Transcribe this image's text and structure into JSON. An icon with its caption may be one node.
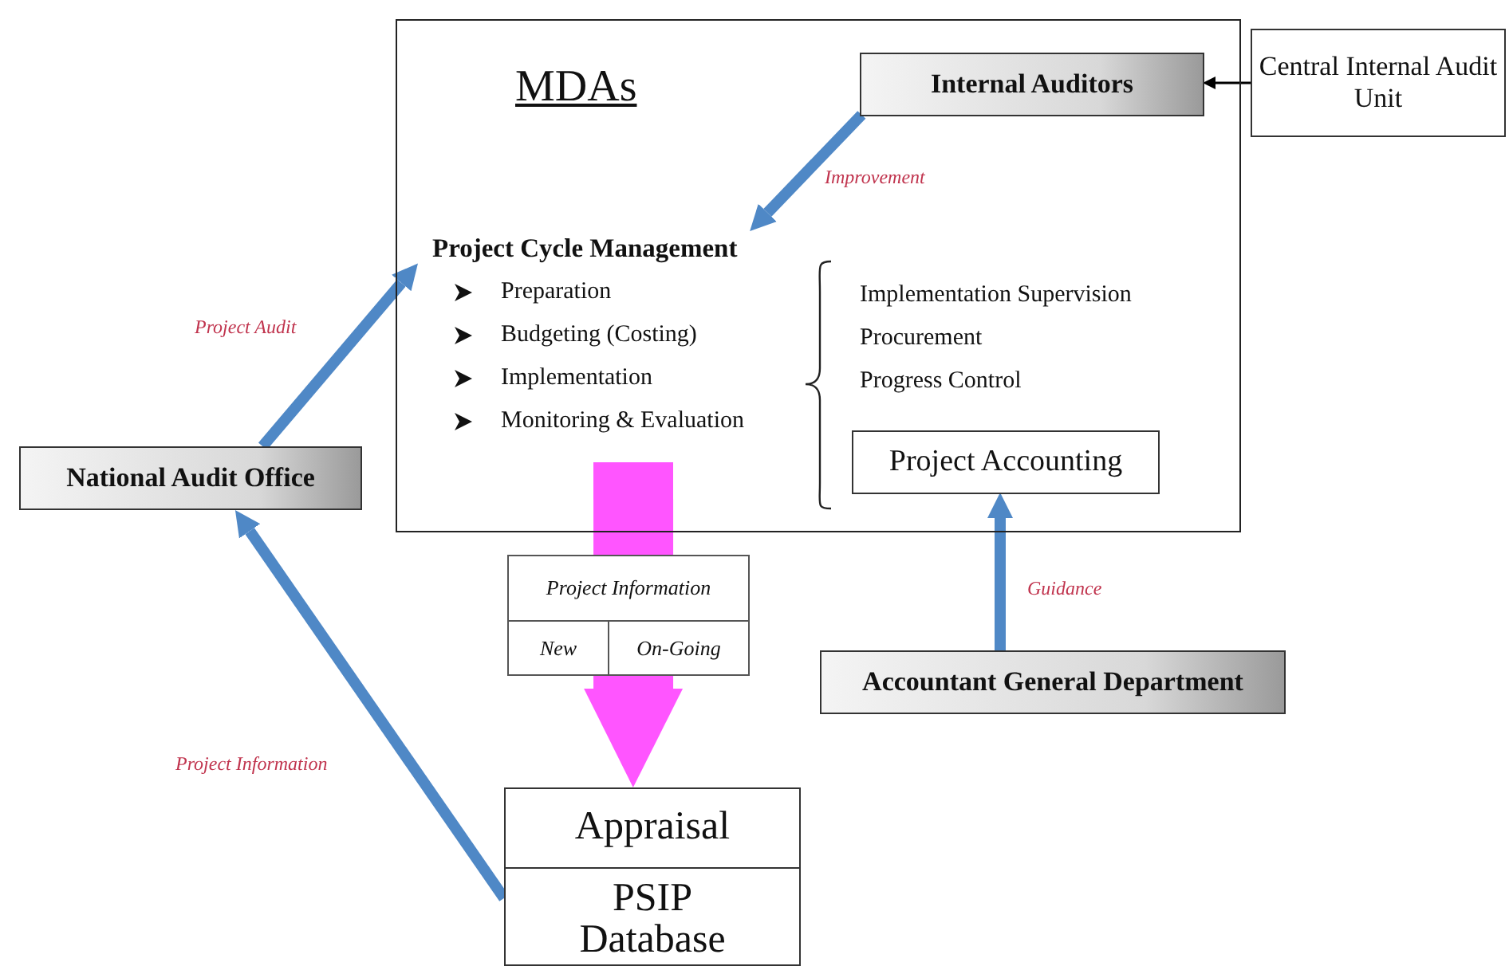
{
  "diagram": {
    "nodes": [
      {
        "text": [
          "MDAs"
        ]
      },
      {
        "text": [
          "Internal Auditors"
        ],
        "in": 0
      },
      {
        "text": [
          "Central Internal Audit Unit"
        ]
      },
      {
        "text": [
          "Project Cycle Management",
          "Preparation",
          "Budgeting (Costing)",
          "Implementation",
          "Monitoring & Evaluation"
        ],
        "in": 0
      },
      {
        "text": [
          "Project Accounting"
        ],
        "in": 0
      },
      {
        "text": [
          "National Audit Office"
        ]
      },
      {
        "text": [
          "Project Information",
          "New",
          "On-Going"
        ]
      },
      {
        "text": [
          "Accountant General Department"
        ]
      },
      {
        "text": [
          "Appraisal",
          "PSIP Database"
        ]
      }
    ],
    "edges": [
      {
        "from": 2,
        "to": 1,
        "arrow": "to",
        "color": "#000000"
      },
      {
        "from": 1,
        "to": 3,
        "arrow": "to",
        "label": "Improvement"
      },
      {
        "from": 5,
        "to": 3,
        "arrow": "to",
        "label": "Project Audit"
      },
      {
        "from": 8,
        "to": 5,
        "arrow": "to",
        "label": "Project Information"
      },
      {
        "from": 7,
        "to": 4,
        "arrow": "to",
        "label": "Guidance"
      },
      {
        "from": 3,
        "to": 6,
        "arrow": "none",
        "style": "thick",
        "color": "#ff55ff"
      },
      {
        "from": 6,
        "to": 8,
        "arrow": "to",
        "style": "thick",
        "color": "#ff55ff"
      }
    ],
    "labels": [
      "Implementation Supervision",
      "Procurement",
      "Progress Control"
    ]
  }
}
